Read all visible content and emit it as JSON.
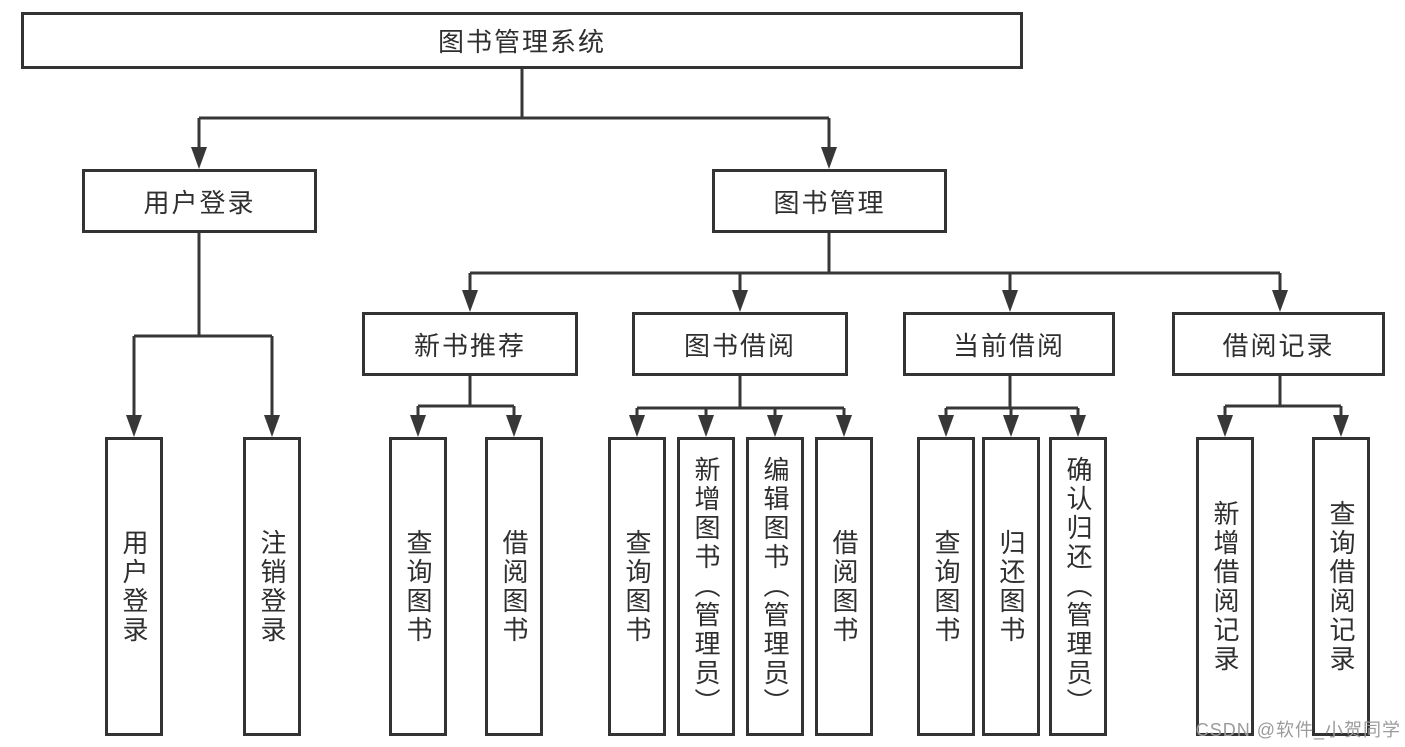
{
  "diagram": {
    "title": "图书管理系统",
    "root": "图书管理系统",
    "level2": [
      "用户登录",
      "图书管理"
    ],
    "level3": [
      "新书推荐",
      "图书借阅",
      "当前借阅",
      "借阅记录"
    ],
    "leaves": [
      "用户登录",
      "注销登录",
      "查询图书",
      "借阅图书",
      "查询图书",
      "新增图书（管理员）",
      "编辑图书（管理员）",
      "借阅图书",
      "查询图书",
      "归还图书",
      "确认归还（管理员）",
      "新增借阅记录",
      "查询借阅记录"
    ]
  },
  "watermark": "CSDN @软件_小贺同学",
  "colors": {
    "line": "#373737",
    "text": "#2f2f2f",
    "watermark": "#9b9b9b",
    "background": "#ffffff"
  }
}
